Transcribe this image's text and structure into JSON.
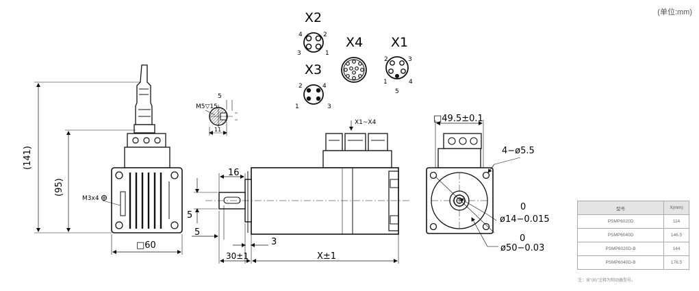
{
  "unit_label": "(单位:mm)",
  "connectors": {
    "x2": {
      "title": "X2",
      "pins": [
        "4",
        "2",
        "3",
        "1"
      ]
    },
    "x4": {
      "title": "X4"
    },
    "x1": {
      "title": "X1",
      "pins": [
        "2",
        "3",
        "1",
        "4",
        "5"
      ]
    },
    "x3": {
      "title": "X3",
      "pins": [
        "2",
        "4",
        "1",
        "3"
      ]
    }
  },
  "dimensions": {
    "height_total": "(141)",
    "height_body": "(95)",
    "thread": "M3x4",
    "square_side": "□60",
    "keyway_detail_thread": "M5▽15",
    "keyway_detail_top": "5",
    "keyway_detail_bottom": "11",
    "connector_callout": "X1~X4",
    "shaft_len": "16",
    "key_width": "5",
    "key_offset": "5",
    "flange_thick": "3",
    "shaft_total": "30±1",
    "body_len": "X±1",
    "flange_square": "□49.5±0.1",
    "holes": "4−ø5.5",
    "shaft_dia_upper": "0",
    "shaft_dia": "ø14−0.015",
    "pilot_dia_upper": "0",
    "pilot_dia": "ø50−0.03"
  },
  "spec_table": {
    "headers": [
      "型号",
      "X(mm)"
    ],
    "rows": [
      [
        "PSMP6020D",
        "114"
      ],
      [
        "PSMP6040D",
        "146.5"
      ],
      [
        "PSMP6020D-B",
        "144"
      ],
      [
        "PSMP6040D-B",
        "176.5"
      ]
    ]
  },
  "note": "注：含“(B)”注释为制动器型号。"
}
